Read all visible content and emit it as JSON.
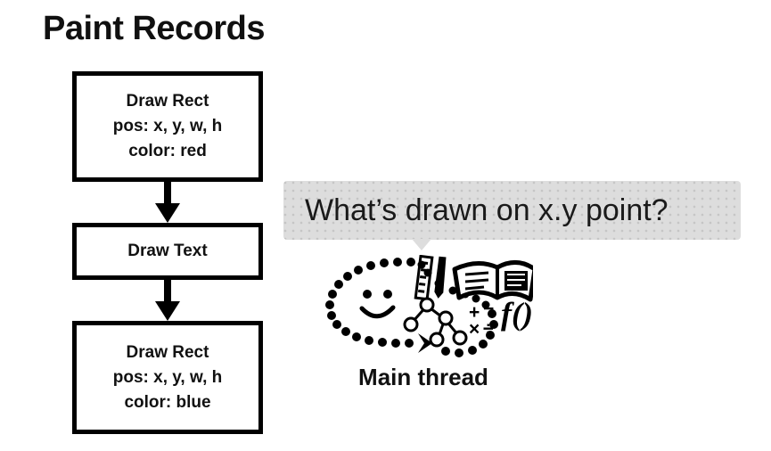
{
  "slide": {
    "title": "Paint Records",
    "background_color": "#ffffff",
    "ink_color": "#000000"
  },
  "paint_records": {
    "boxes": [
      {
        "id": "draw-rect-red",
        "lines": [
          "Draw Rect",
          "pos: x, y, w, h",
          "color: red"
        ]
      },
      {
        "id": "draw-text",
        "lines": [
          "Draw Text"
        ]
      },
      {
        "id": "draw-rect-blue",
        "lines": [
          "Draw Rect",
          "pos: x, y, w, h",
          "color: blue"
        ]
      }
    ],
    "arrow_count": 2
  },
  "question": {
    "bubble_text": "What’s drawn on x.y point?",
    "bubble_color": "#dddddd"
  },
  "thinking": {
    "label": "Main thread",
    "icons": [
      "smiley-face-icon",
      "ruler-icon",
      "pencil-icon",
      "open-book-icon",
      "tree-graph-icon",
      "math-symbols-icon",
      "function-notation-icon",
      "dotted-loop-arrow-icon"
    ],
    "math_symbols": [
      "+",
      "−",
      "×",
      "÷"
    ],
    "function_notation": "f()"
  }
}
